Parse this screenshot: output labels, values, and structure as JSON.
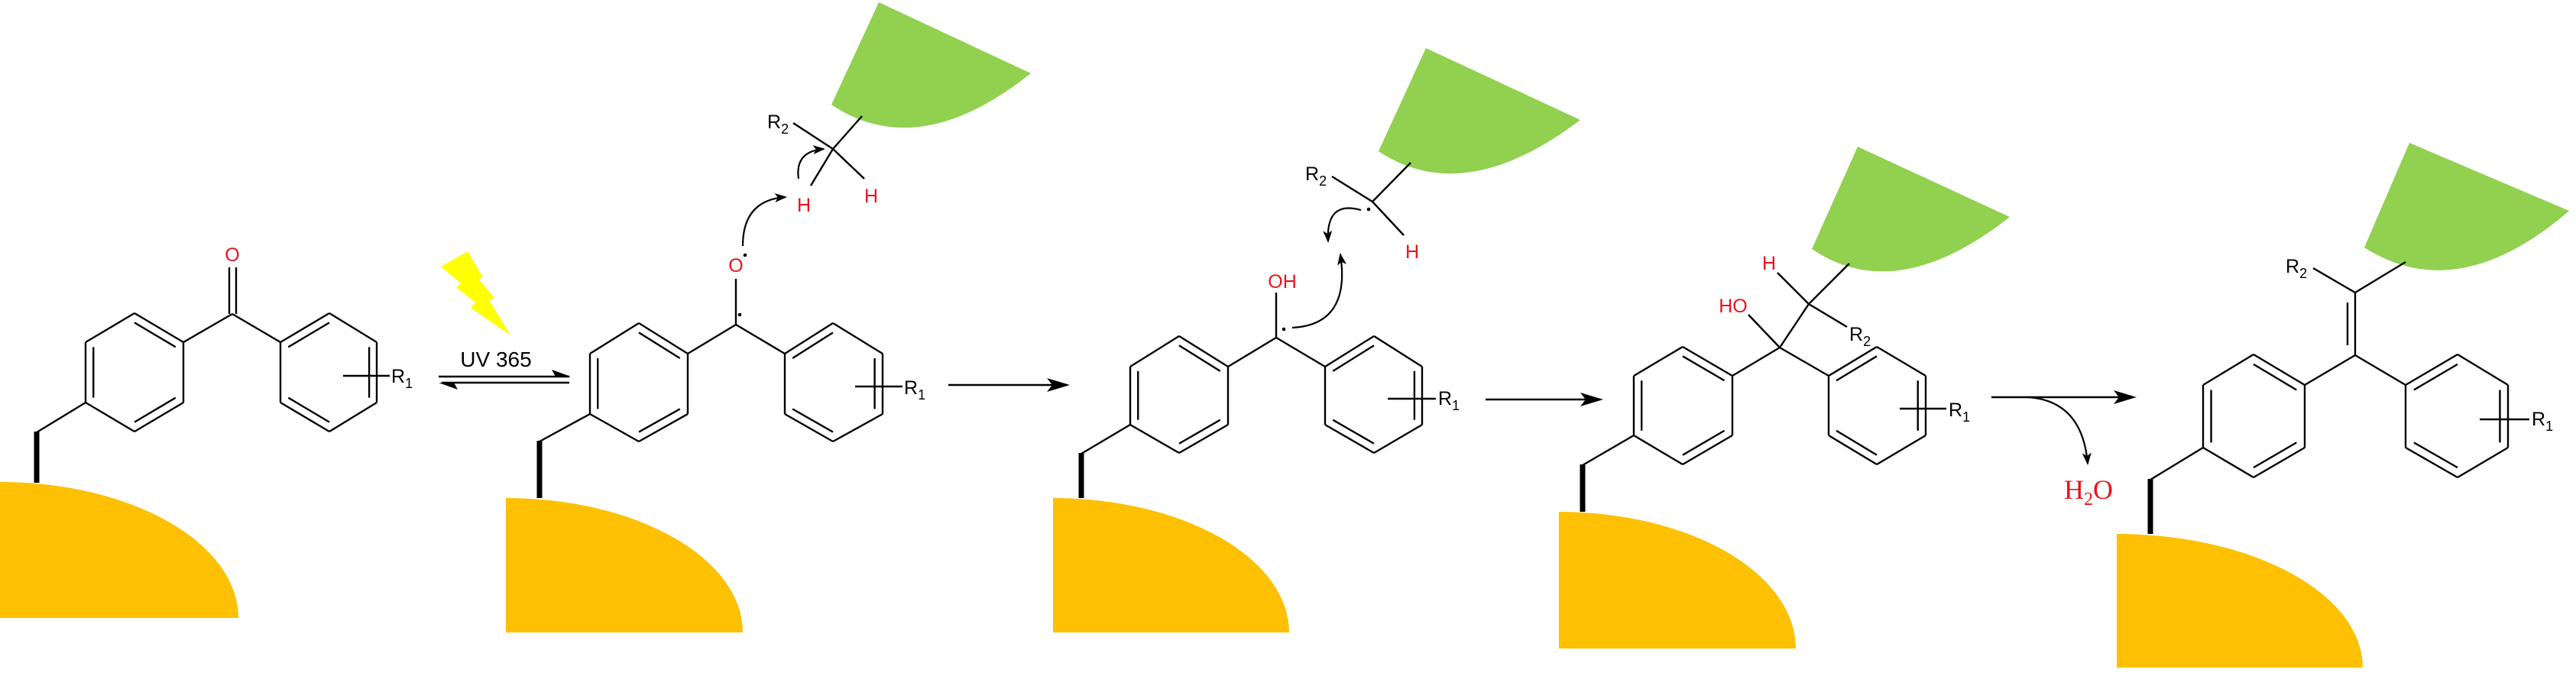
{
  "colors": {
    "bond": "#000000",
    "heteroatom": "#e8141c",
    "surface": "#fdc002",
    "substrate": "#92d050",
    "light": "#ffff00"
  },
  "reaction": {
    "condition": "UV 365",
    "byproduct": {
      "h": "H",
      "sub": "2",
      "o": "O"
    }
  },
  "labels": {
    "oxygen": "O",
    "hydroxyl": "OH",
    "hydroxyl_left": "HO",
    "hydrogen": "H",
    "r": "R",
    "r1_sub": "1",
    "r2_sub": "2"
  },
  "icons": [
    "lightning-icon",
    "reaction-arrow-icon",
    "equilibrium-arrow-icon",
    "curved-electron-arrow-icon"
  ]
}
